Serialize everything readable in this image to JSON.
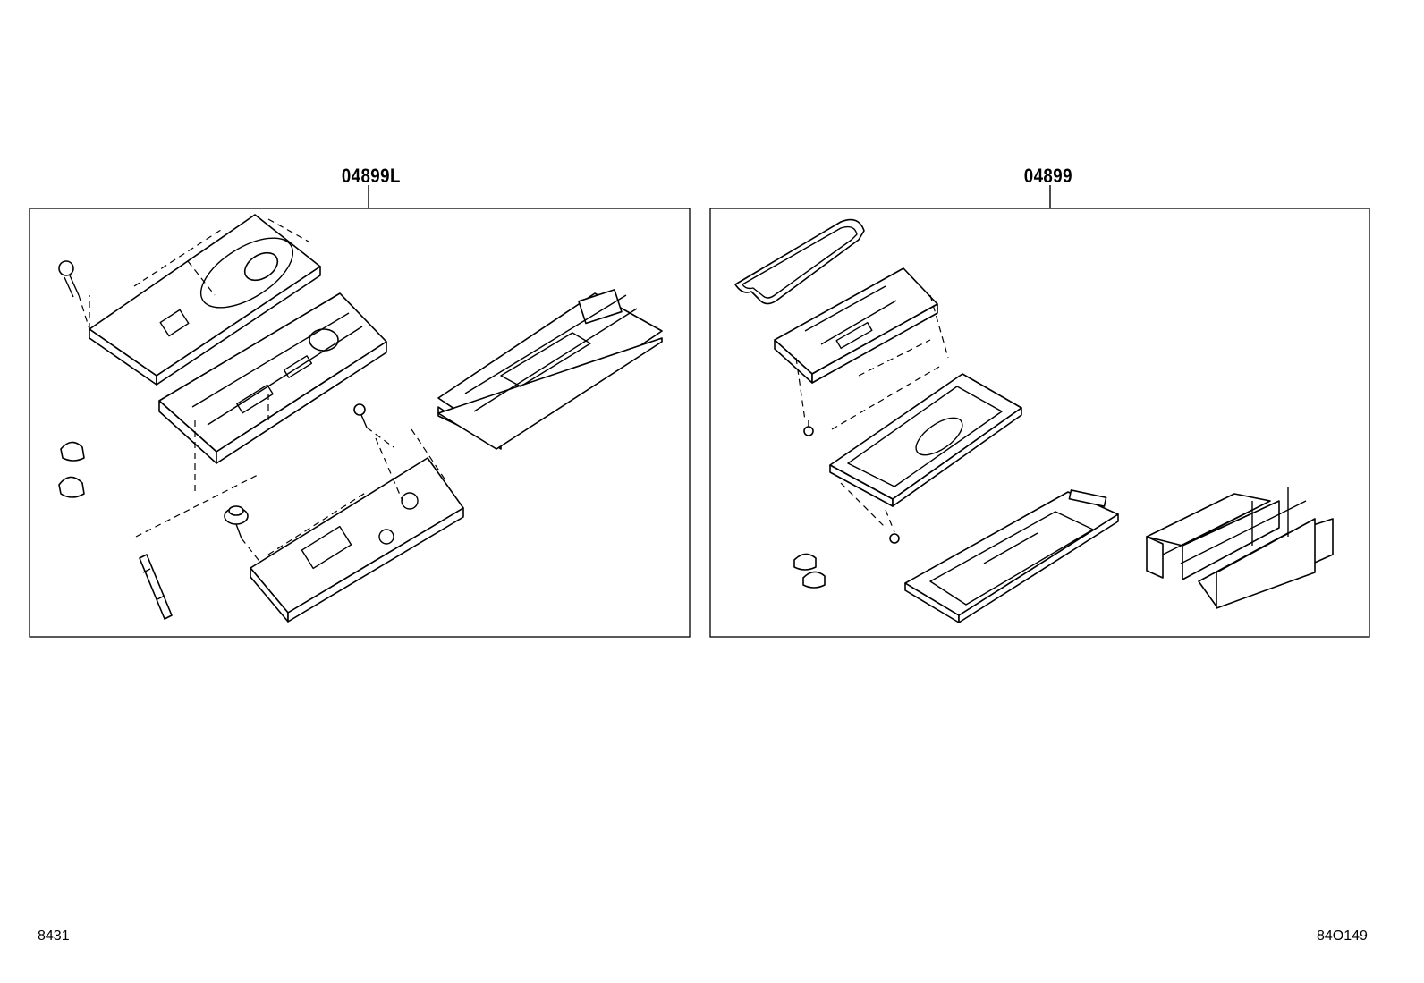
{
  "diagram": {
    "left_kit": {
      "part_number": "04899L"
    },
    "right_kit": {
      "part_number": "04899"
    },
    "footer": {
      "section_code": "8431",
      "illustration_code": "84O149"
    }
  }
}
